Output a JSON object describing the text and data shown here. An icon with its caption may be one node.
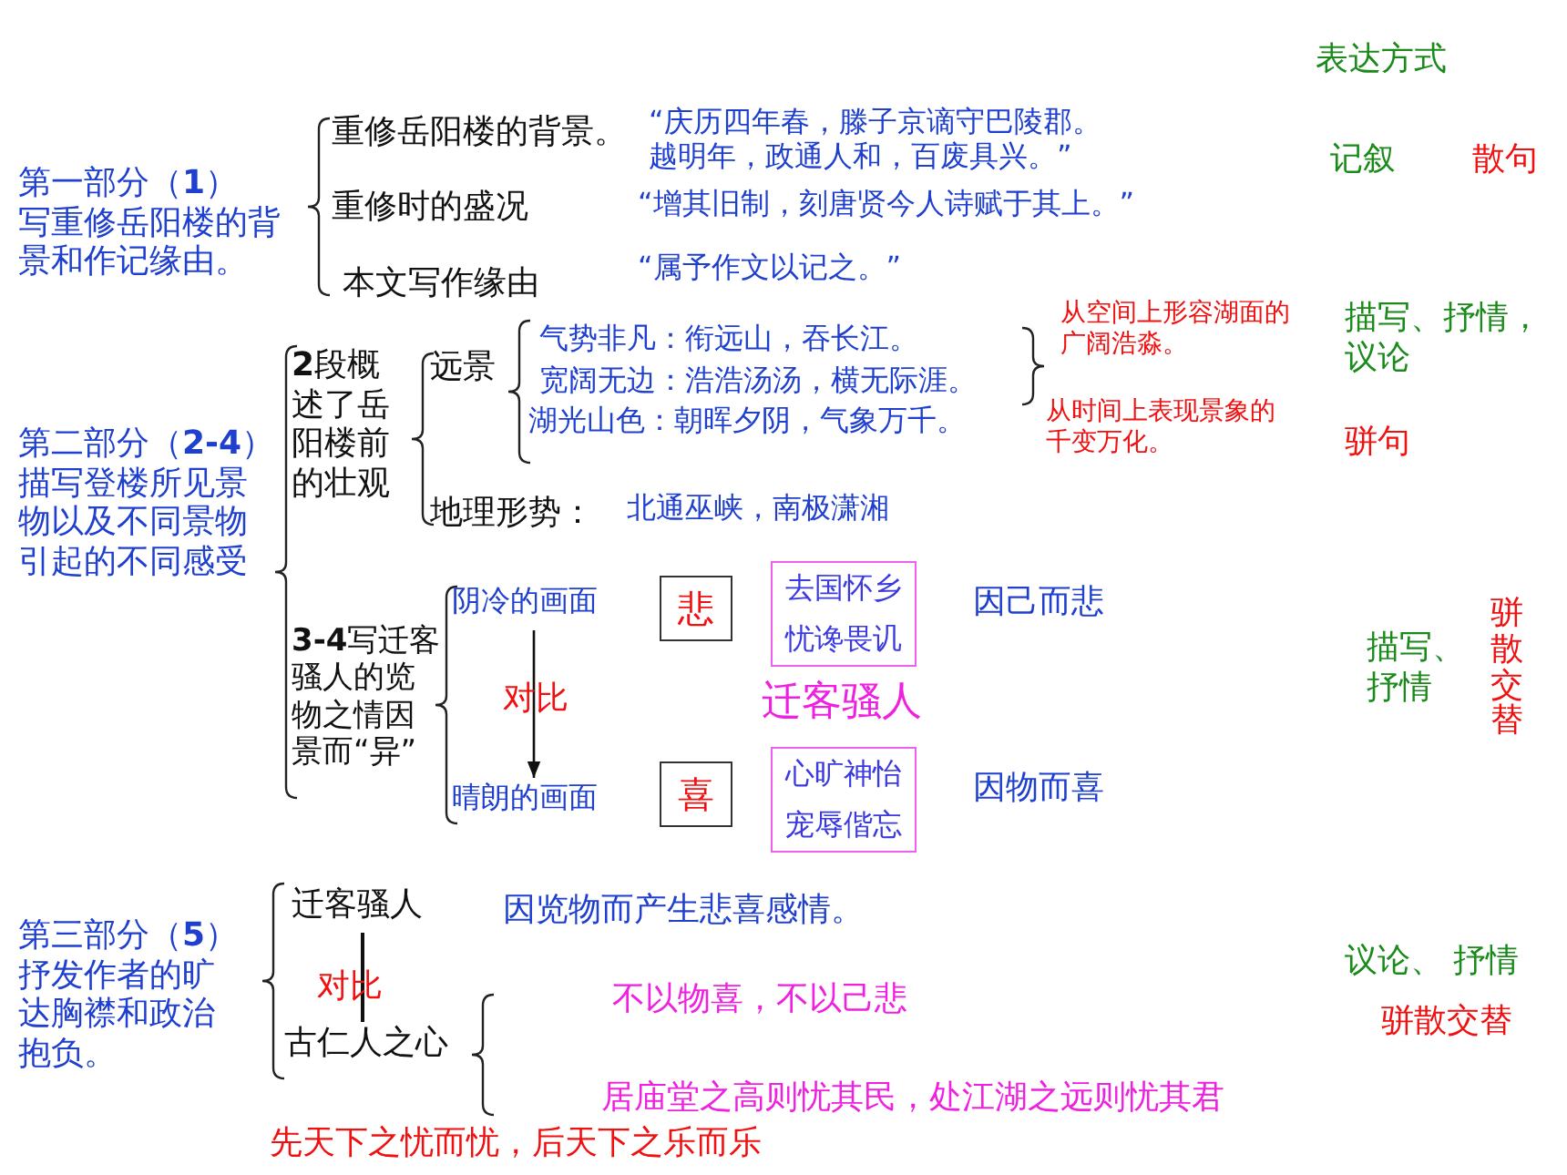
{
  "diagram": {
    "nodes": [
      {
        "text": [
          "悲"
        ]
      },
      {
        "text": [
          "去国怀乡",
          "忧谗畏讥"
        ]
      },
      {
        "text": [
          "喜"
        ]
      },
      {
        "text": [
          "心旷神怡",
          "宠辱偕忘"
        ]
      },
      {
        "text": [
          "阴冷的画面"
        ]
      },
      {
        "text": [
          "晴朗的画面"
        ]
      },
      {
        "text": [
          "迁客骚人"
        ]
      },
      {
        "text": [
          "古仁人之心"
        ]
      }
    ],
    "edges": [
      {
        "from": 4,
        "to": 5,
        "arrow": "to"
      },
      {
        "from": 6,
        "to": 7,
        "arrow": "none"
      }
    ],
    "labels": [
      "表达方式",
      "第一部分（**1**）写重修岳阳楼的背景和作记缘由。",
      "第二部分（**2-4**）描写登楼所见景物以及不同景物引起的不同感受",
      "第三部分（**5**）抒发作者的旷达胸襟和政治抱负。",
      "重修岳阳楼的背景。",
      "重修时的盛况",
      "本文写作缘由",
      "“庆历四年春，滕子京谪守巴陵郡。越明年，政通人和，百废具兴。”",
      "“增其旧制，刻唐贤今人诗赋于其上。”",
      "“属予作文以记之。”",
      "记叙",
      "散句",
      "**2**段概述了岳阳楼前的壮观",
      "远景",
      "气势非凡：衔远山，吞长江。",
      "宽阔无边：浩浩汤汤，横无际涯。",
      "湖光山色：朝晖夕阴，气象万千。",
      "从空间上形容湖面的广阔浩淼。",
      "从时间上表现景象的千变万化。",
      "描写、抒情，议论",
      "骈句",
      "地理形势：",
      "北通巫峡，南极潇湘",
      "**3-4**写迁客骚人的览物之情因景而“异”",
      "对比",
      "迁客骚人",
      "因己而悲",
      "因物而喜",
      "描写、抒情",
      "骈散交替",
      "因览物而产生悲喜感情。",
      "对比",
      "议论、 抒情",
      "不以物喜，不以己悲",
      "骈散交替",
      "居庙堂之高则忧其民，处江湖之远则忧其君",
      "先天下之忧而忧，后天下之乐而乐"
    ]
  }
}
